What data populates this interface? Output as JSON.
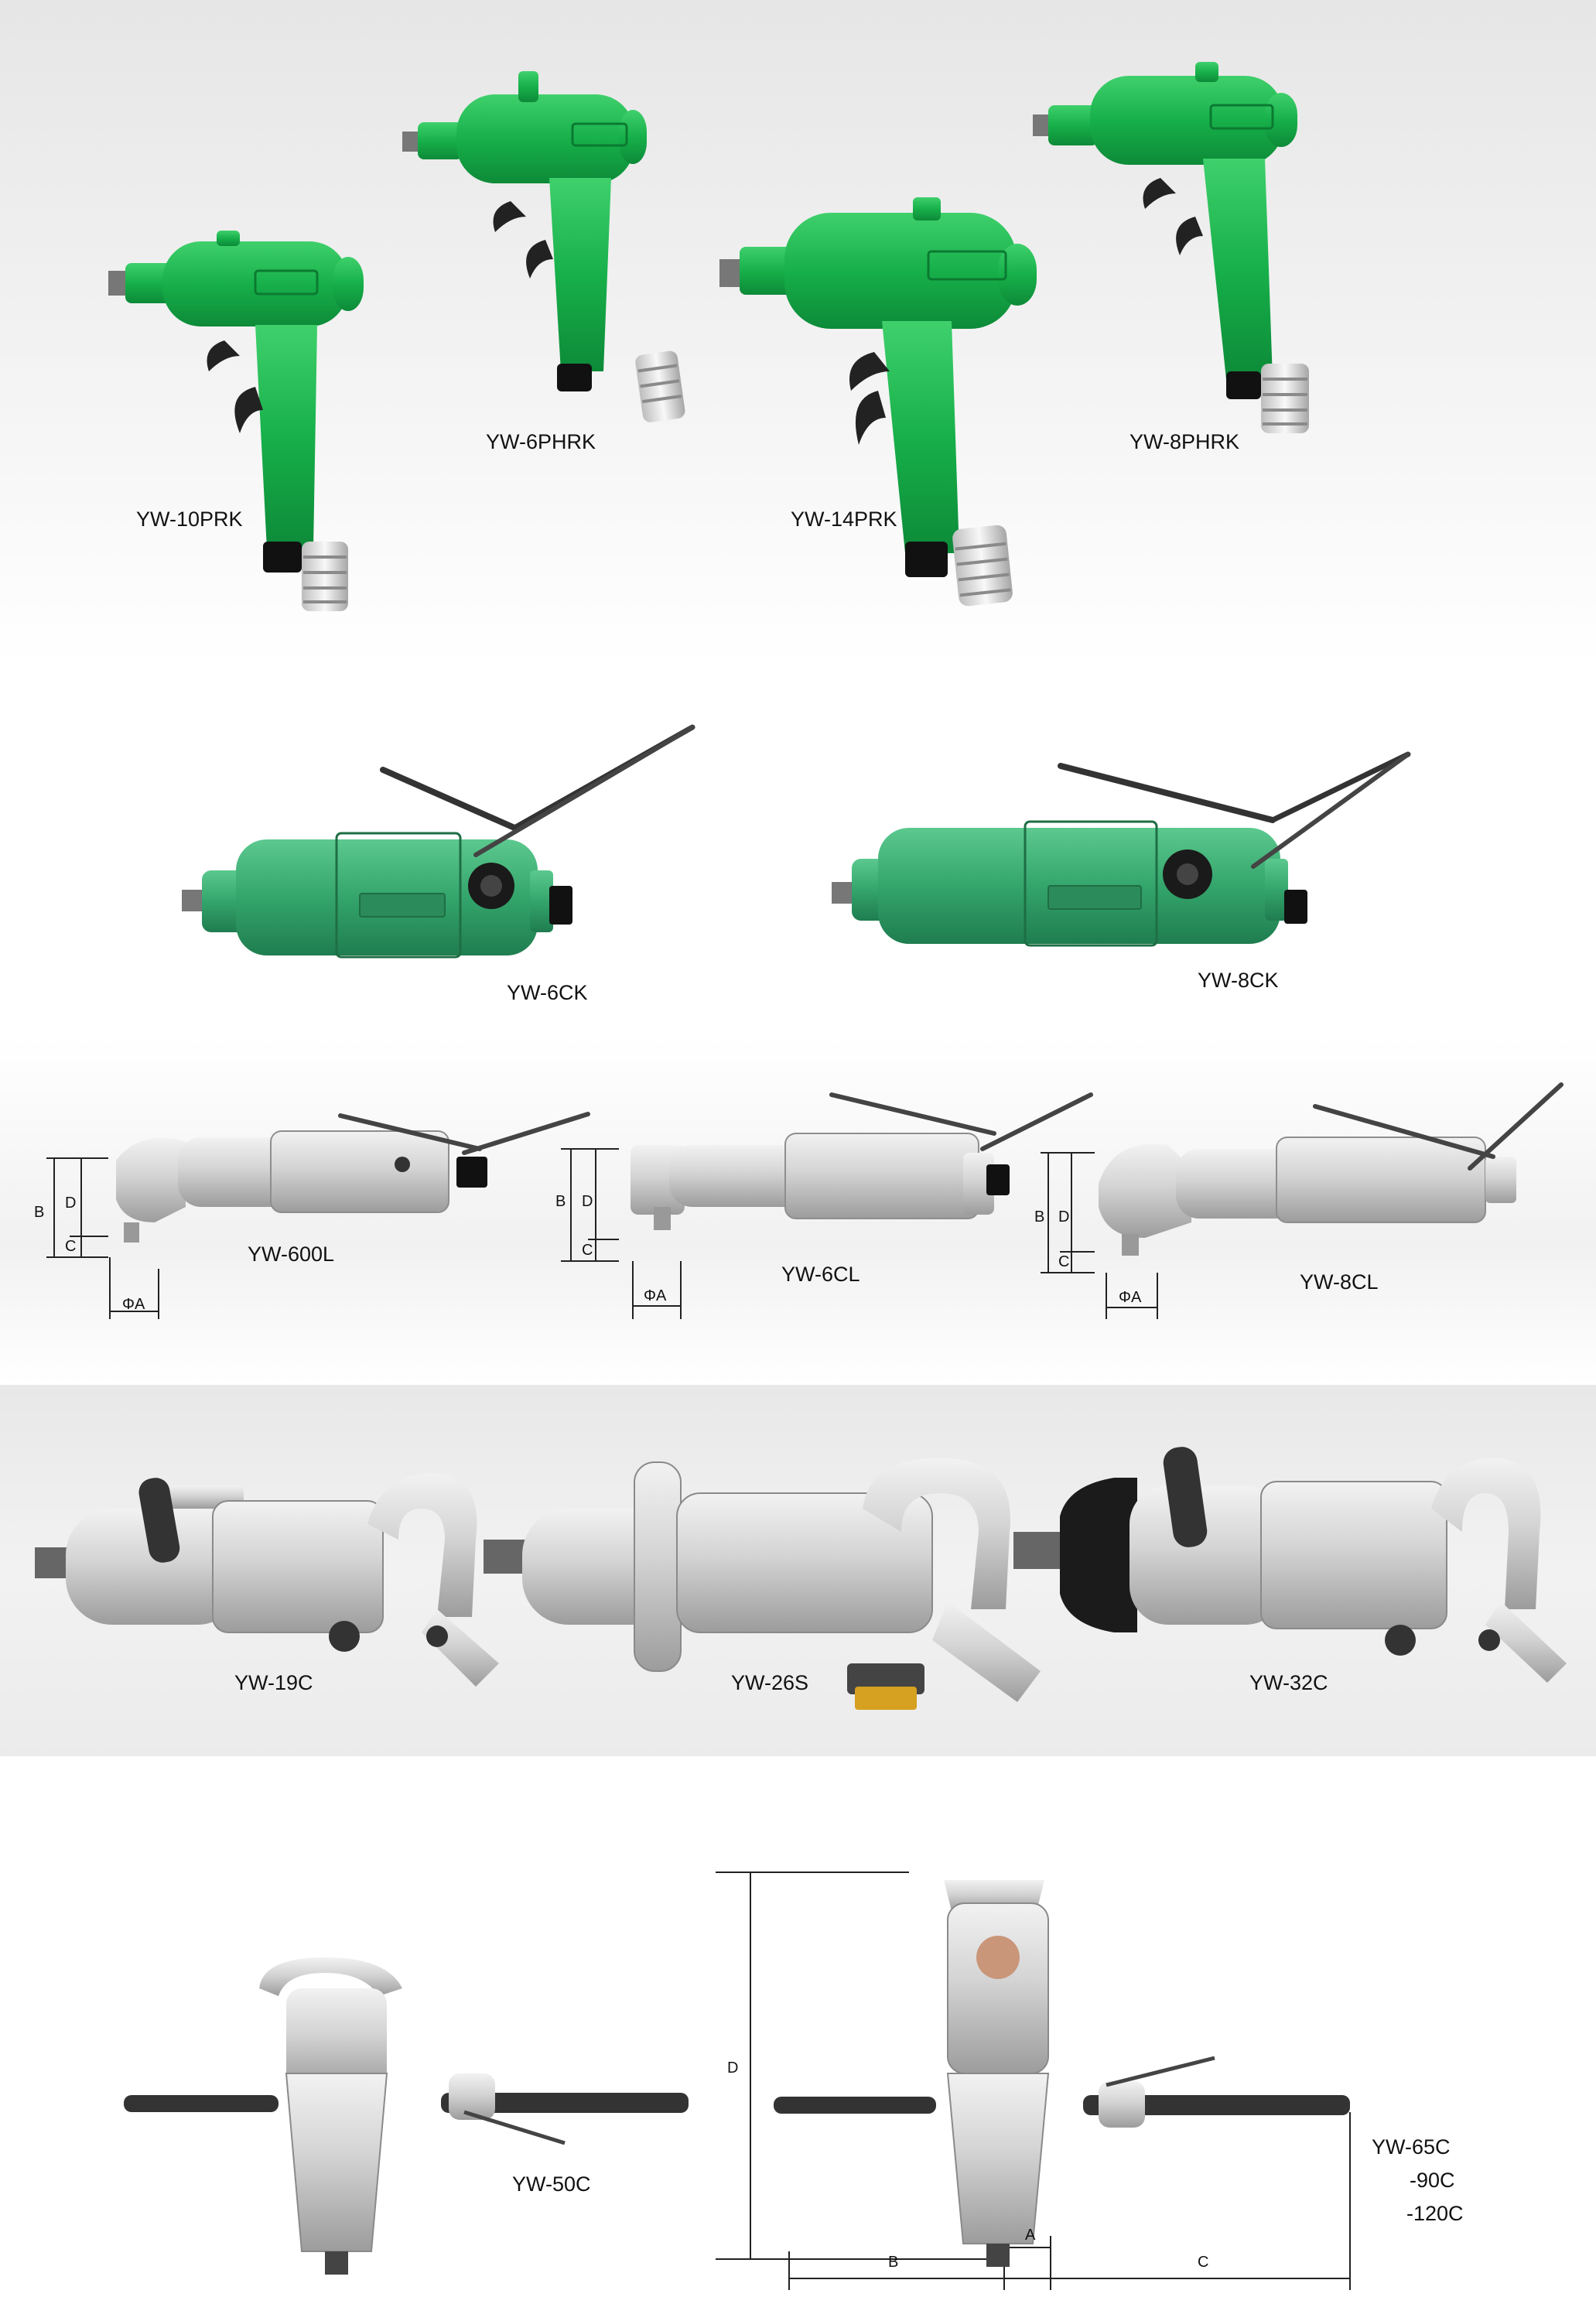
{
  "models": {
    "yw10prk": "YW-10PRK",
    "yw6phrk": "YW-6PHRK",
    "yw14prk": "YW-14PRK",
    "yw8phrk": "YW-8PHRK",
    "yw6ck": "YW-6CK",
    "yw8ck": "YW-8CK",
    "yw600l": "YW-600L",
    "yw6cl": "YW-6CL",
    "yw8cl": "YW-8CL",
    "yw19c": "YW-19C",
    "yw26s": "YW-26S",
    "yw32c": "YW-32C",
    "yw50c": "YW-50C",
    "yw65c": "YW-65C",
    "yw90c": "-90C",
    "yw120c": "-120C"
  },
  "dims": {
    "a": "ΦA",
    "b": "B",
    "c": "C",
    "d": "D",
    "a_plain": "A"
  },
  "colors": {
    "green_tool": "#1aa84a",
    "teal_tool": "#33a06a",
    "silver_tool": "#c9c9c9"
  }
}
